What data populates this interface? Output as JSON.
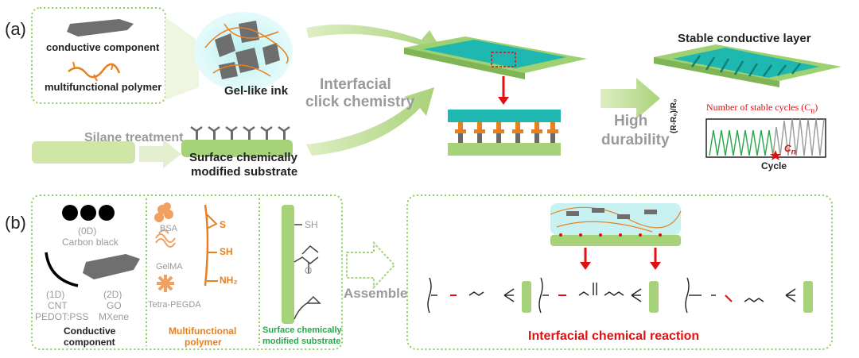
{
  "panel_a": {
    "label": "(a)",
    "conductive_component": "conductive component",
    "multifunctional_polymer": "multifunctional polymer",
    "gel_ink": "Gel-like ink",
    "interfacial": "Interfacial",
    "click_chemistry": "click chemistry",
    "silane_treatment": "Silane treatment",
    "surface_line1": "Surface chemically",
    "surface_line2": "modified substrate",
    "high": "High",
    "durability": "durability",
    "stable_layer": "Stable conductive layer",
    "stable_cycles": "Number of stable cycles (C",
    "stable_cycles_sub": "n",
    "stable_cycles_end": ")",
    "cn": "C",
    "cn_sub": "n",
    "cycle": "Cycle",
    "ylabel": "(R-R₀)/R₀"
  },
  "panel_b": {
    "label": "(b)",
    "zero_d": "(0D)",
    "carbon_black": "Carbon black",
    "one_d": "(1D)",
    "cnt": "CNT",
    "pedot": "PEDOT:PSS",
    "two_d": "(2D)",
    "go": "GO",
    "mxene": "MXene",
    "conductive_line1": "Conductive",
    "conductive_line2": "component",
    "bsa": "BSA",
    "gelma": "GelMA",
    "tetra": "Tetra-PEGDA",
    "s": "S",
    "sh": "SH",
    "nh2": "NH₂",
    "multi_line1": "Multifunctional",
    "multi_line2": "polymer",
    "sub_sh": "SH",
    "sub_o": "O",
    "surf_line1": "Surface chemically",
    "surf_line2": "modified substrate",
    "assemble": "Assemble",
    "reaction": "Interfacial chemical reaction"
  }
}
